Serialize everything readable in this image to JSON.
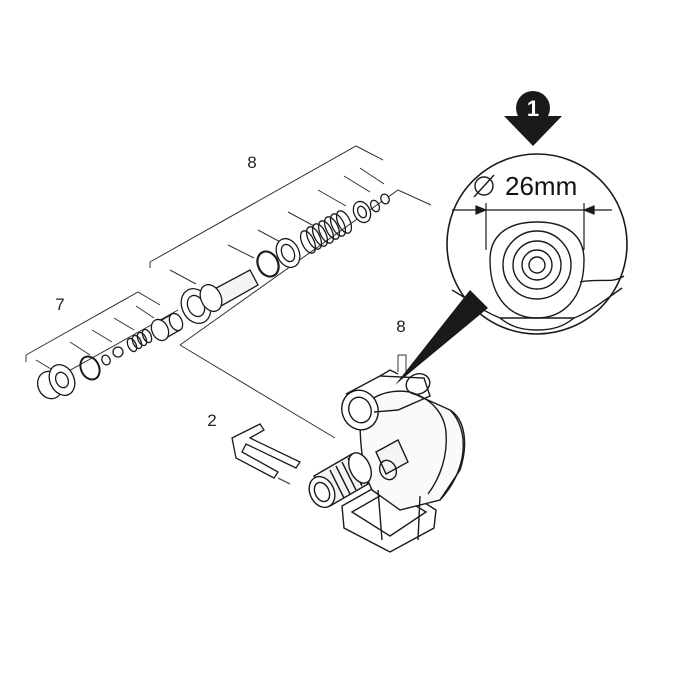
{
  "callout": {
    "step_number": "1",
    "diameter_value": "26mm"
  },
  "labels": {
    "valve_group": "8",
    "check_valve_group": "7",
    "clip": "2",
    "valve_on_housing": "8"
  },
  "colors": {
    "line": "#1a1a1a",
    "badge_fill": "#1a1a1a",
    "badge_text": "#ffffff"
  }
}
